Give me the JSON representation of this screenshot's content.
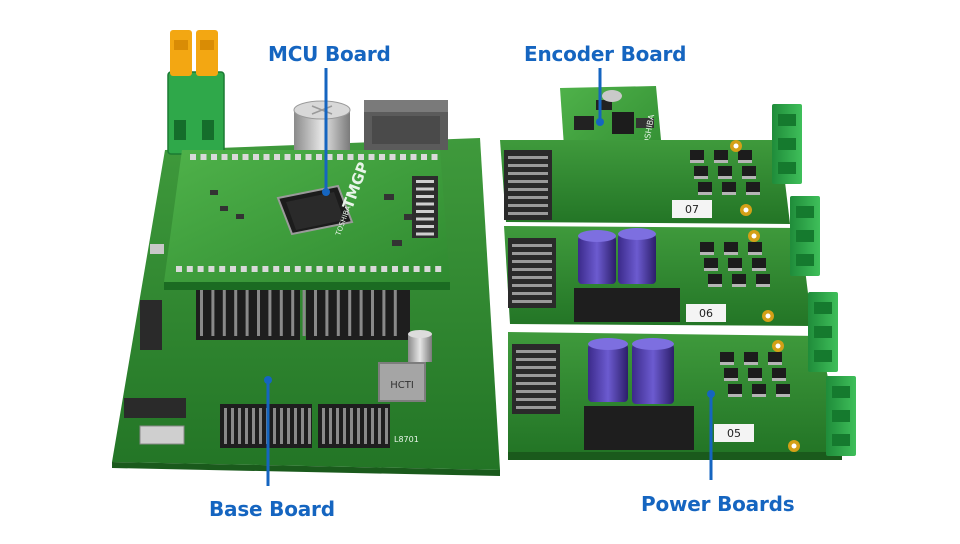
{
  "image": {
    "subject": "motor-control development kit: stacked green printed circuit boards on a white background",
    "background_color": "#ffffff",
    "accent_color": "#1565c0"
  },
  "callouts": [
    {
      "id": "mcu",
      "text": "MCU Board"
    },
    {
      "id": "encoder",
      "text": "Encoder Board"
    },
    {
      "id": "base",
      "text": "Base Board"
    },
    {
      "id": "power",
      "text": "Power Boards"
    }
  ],
  "board_markings": {
    "mcu_chip_text": "TMGP",
    "mcu_brand_text": "TOSHIBA",
    "encoder_brand_text": "TOSHIBA",
    "power_board_tags": [
      "07",
      "06",
      "05"
    ],
    "inductor_text": "HCTI",
    "base_silkscreen": "L8701"
  }
}
